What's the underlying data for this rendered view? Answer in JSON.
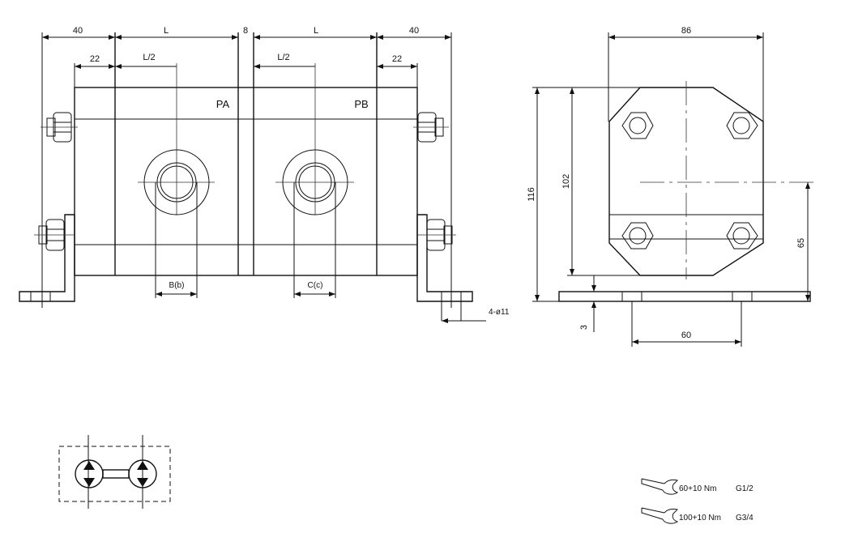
{
  "front_view": {
    "dim_left_40": "40",
    "dim_L_a": "L",
    "dim_gap_8": "8",
    "dim_L_b": "L",
    "dim_right_40": "40",
    "dim_left_22": "22",
    "dim_half_L_a": "L/2",
    "dim_half_L_b": "L/2",
    "dim_right_22": "22",
    "label_pa": "PA",
    "label_pb": "PB",
    "dim_port_b": "B(b)",
    "dim_port_c": "C(c)",
    "dim_holes": "4-ø11"
  },
  "side_view": {
    "dim_width_86": "86",
    "dim_height_116": "116",
    "dim_height_102": "102",
    "dim_center_65": "65",
    "dim_base_3": "3",
    "dim_holes_60": "60"
  },
  "torque_specs": [
    {
      "torque": "60+10 Nm",
      "thread": "G1/2"
    },
    {
      "torque": "100+10 Nm",
      "thread": "G3/4"
    }
  ]
}
